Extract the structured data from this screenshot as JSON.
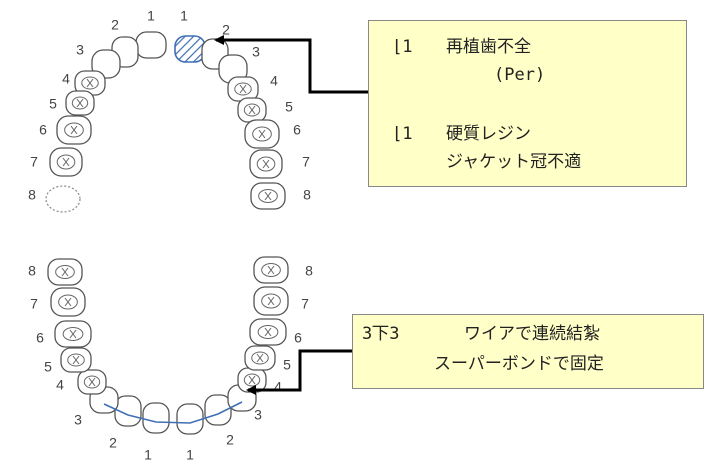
{
  "diagram": {
    "upper_arch": {
      "right_side_numbers": [
        "1",
        "2",
        "3",
        "4",
        "5",
        "6",
        "7",
        "8"
      ],
      "left_side_numbers": [
        "1",
        "2",
        "3",
        "4",
        "5",
        "6",
        "7",
        "8"
      ],
      "hatched_tooth": "upper-left-1",
      "missing_tooth": "upper-right-8"
    },
    "lower_arch": {
      "right_side_numbers": [
        "1",
        "2",
        "3",
        "4",
        "5",
        "6",
        "7",
        "8"
      ],
      "left_side_numbers": [
        "1",
        "2",
        "3",
        "4",
        "5",
        "6",
        "7",
        "8"
      ],
      "wire_from": "lower-right-3",
      "wire_to": "lower-left-3"
    },
    "colors": {
      "hatch": "#3f6fb5",
      "wire": "#3f6fb5",
      "note_bg": "#ffffc8",
      "arrow": "#000000"
    }
  },
  "notes": {
    "upper": {
      "line1_tooth": "⌊1",
      "line1_text": "再植歯不全",
      "line2": "(Per)",
      "line3_tooth": "⌊1",
      "line3_text": "硬質レジン",
      "line4": "ジャケット冠不適"
    },
    "lower": {
      "line1_teeth": "3̅下3",
      "line1_text": "ワイアで連続結紮",
      "line2": "スーパーボンドで固定"
    }
  }
}
